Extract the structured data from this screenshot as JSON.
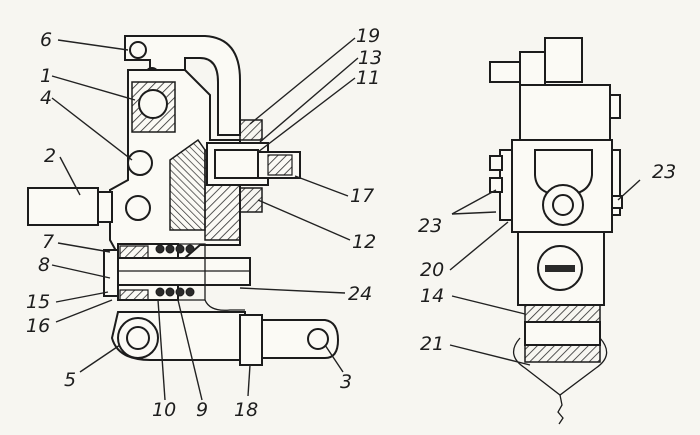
{
  "labels": {
    "l1": "1",
    "l2": "2",
    "l3": "3",
    "l4": "4",
    "l5": "5",
    "l6": "6",
    "l7": "7",
    "l8": "8",
    "l9": "9",
    "l10": "10",
    "l11": "11",
    "l12": "12",
    "l13": "13",
    "l14": "14",
    "l15": "15",
    "l16": "16",
    "l17": "17",
    "l18": "18",
    "l19": "19",
    "l20": "20",
    "l21": "21",
    "l23a": "23",
    "l23b": "23",
    "l24": "24"
  },
  "colors": {
    "ink": "#1c1c1c",
    "paper": "#f7f6f1",
    "hatch": "#2a2a2a"
  }
}
